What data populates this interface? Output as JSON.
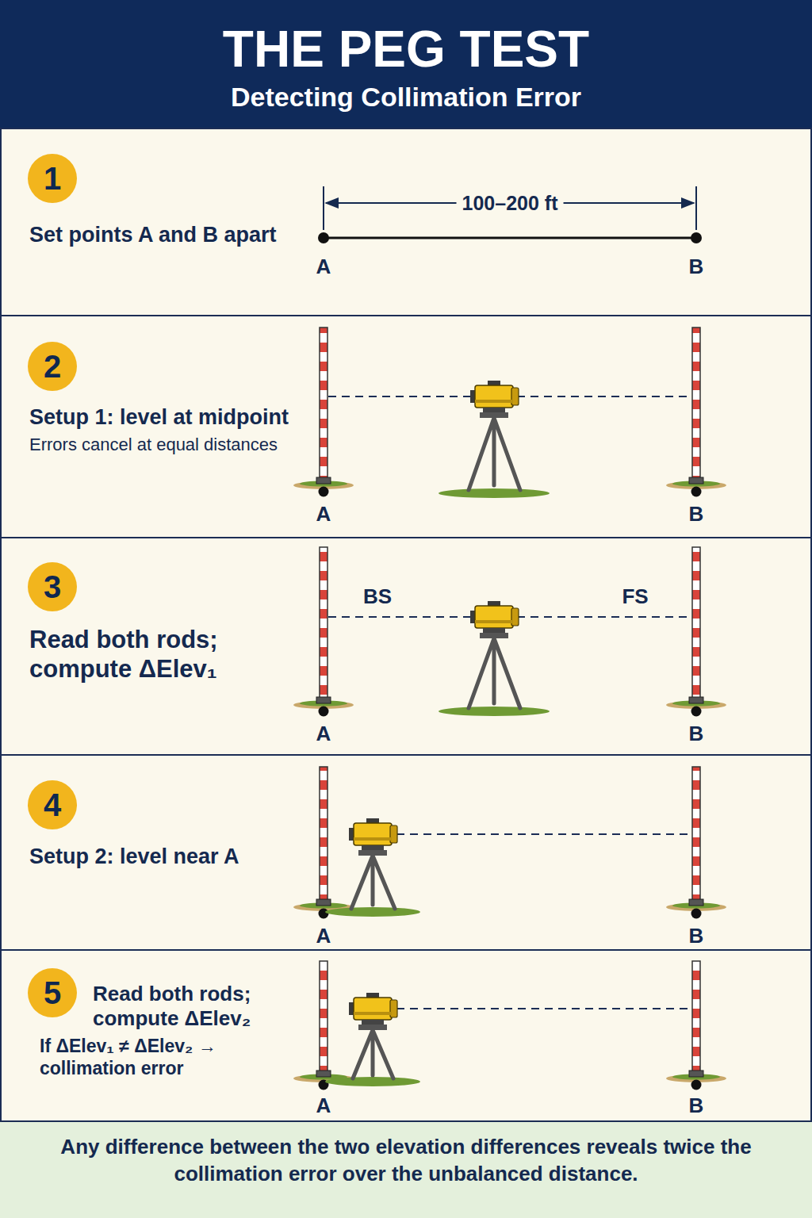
{
  "diagram": {
    "title": "THE PEG TEST",
    "caption": "Any difference between the two elevation differences reveals twice the collimation error over the unbalanced distance.",
    "nodes": [
      {
        "text": [
          "Set points A and B apart"
        ]
      },
      {
        "text": [
          "1"
        ],
        "in": 0
      },
      {
        "text": [
          "Setup 1: level at midpoint",
          "Errors cancel at equal distances"
        ]
      },
      {
        "text": [
          "2"
        ],
        "in": 2
      },
      {
        "text": [
          "Read both rods; compute ΔElev₁"
        ]
      },
      {
        "text": [
          "3"
        ],
        "in": 4
      },
      {
        "text": [
          "Setup 2: level near A"
        ]
      },
      {
        "text": [
          "4"
        ],
        "in": 6
      },
      {
        "text": [
          "Read both rods; compute ΔElev₂",
          "If ΔElev₁ ≠ ΔElev₂ → collimation error"
        ]
      },
      {
        "text": [
          "5"
        ],
        "in": 8
      }
    ],
    "labels": [
      "Detecting Collimation Error",
      "100–200 ft",
      "A",
      "B",
      "A",
      "B",
      "BS",
      "FS",
      "A",
      "B",
      "A",
      "B",
      "A",
      "B"
    ]
  }
}
